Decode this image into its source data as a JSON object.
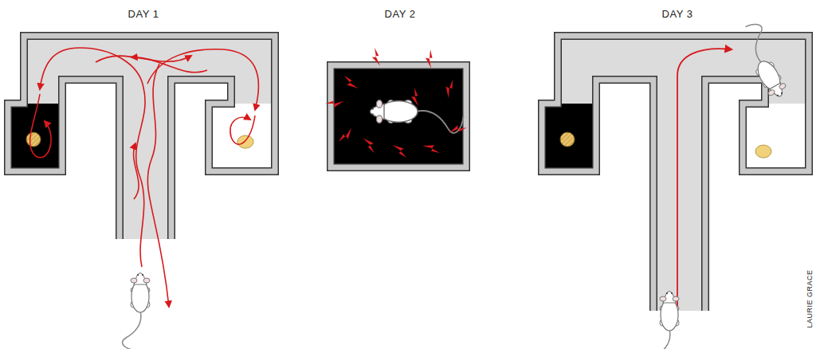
{
  "diagram": {
    "labels": [
      "DAY 1",
      "DAY 2",
      "DAY 3",
      "LAURIE GRACE"
    ]
  }
}
